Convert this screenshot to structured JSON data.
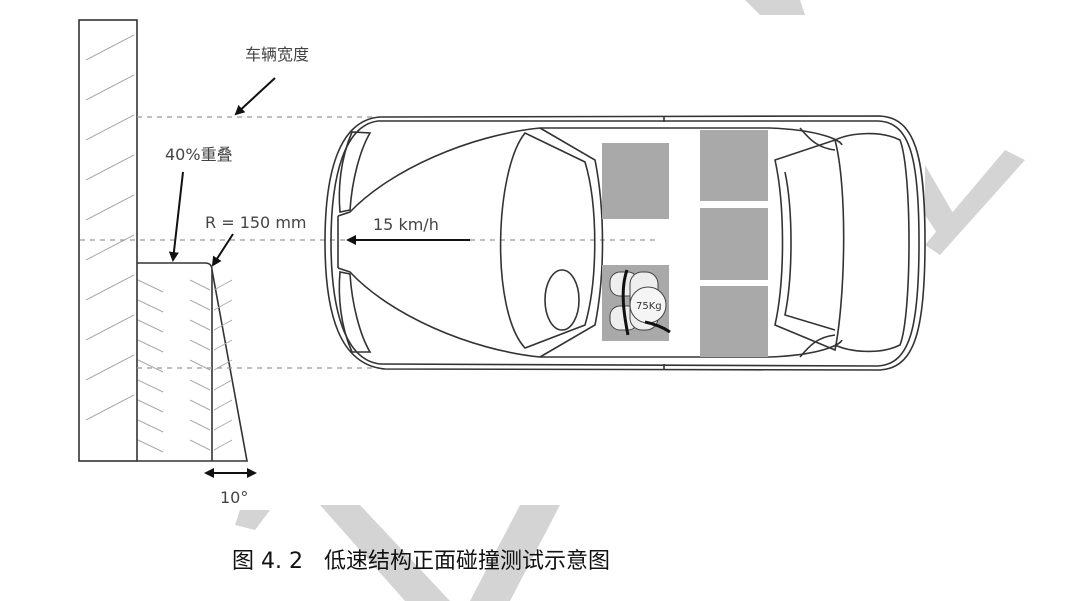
{
  "labels": {
    "vehicle_width": "车辆宽度",
    "overlap": "40%重叠",
    "radius": "R = 150 mm",
    "speed": "15 km/h",
    "angle": "10°",
    "dummy_mass": "75Kg"
  },
  "caption": "图 4. 2   低速结构正面碰撞测试示意图",
  "colors": {
    "line": "#333333",
    "seat": "#a9a9a9",
    "watermark": "#cfcfcf"
  }
}
